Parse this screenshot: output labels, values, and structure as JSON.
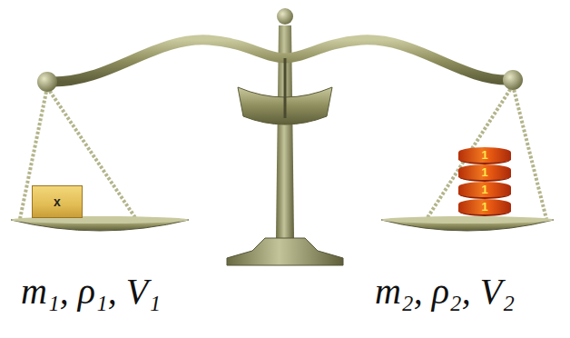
{
  "diagram": {
    "nodes": [
      {
        "text": [
          "x"
        ]
      },
      {
        "text": [
          "1"
        ]
      },
      {
        "text": [
          "1"
        ]
      },
      {
        "text": [
          "1"
        ]
      },
      {
        "text": [
          "1"
        ]
      }
    ],
    "labels": [
      "m₁, ρ₁, V₁",
      "m₂, ρ₂, V₂"
    ]
  }
}
